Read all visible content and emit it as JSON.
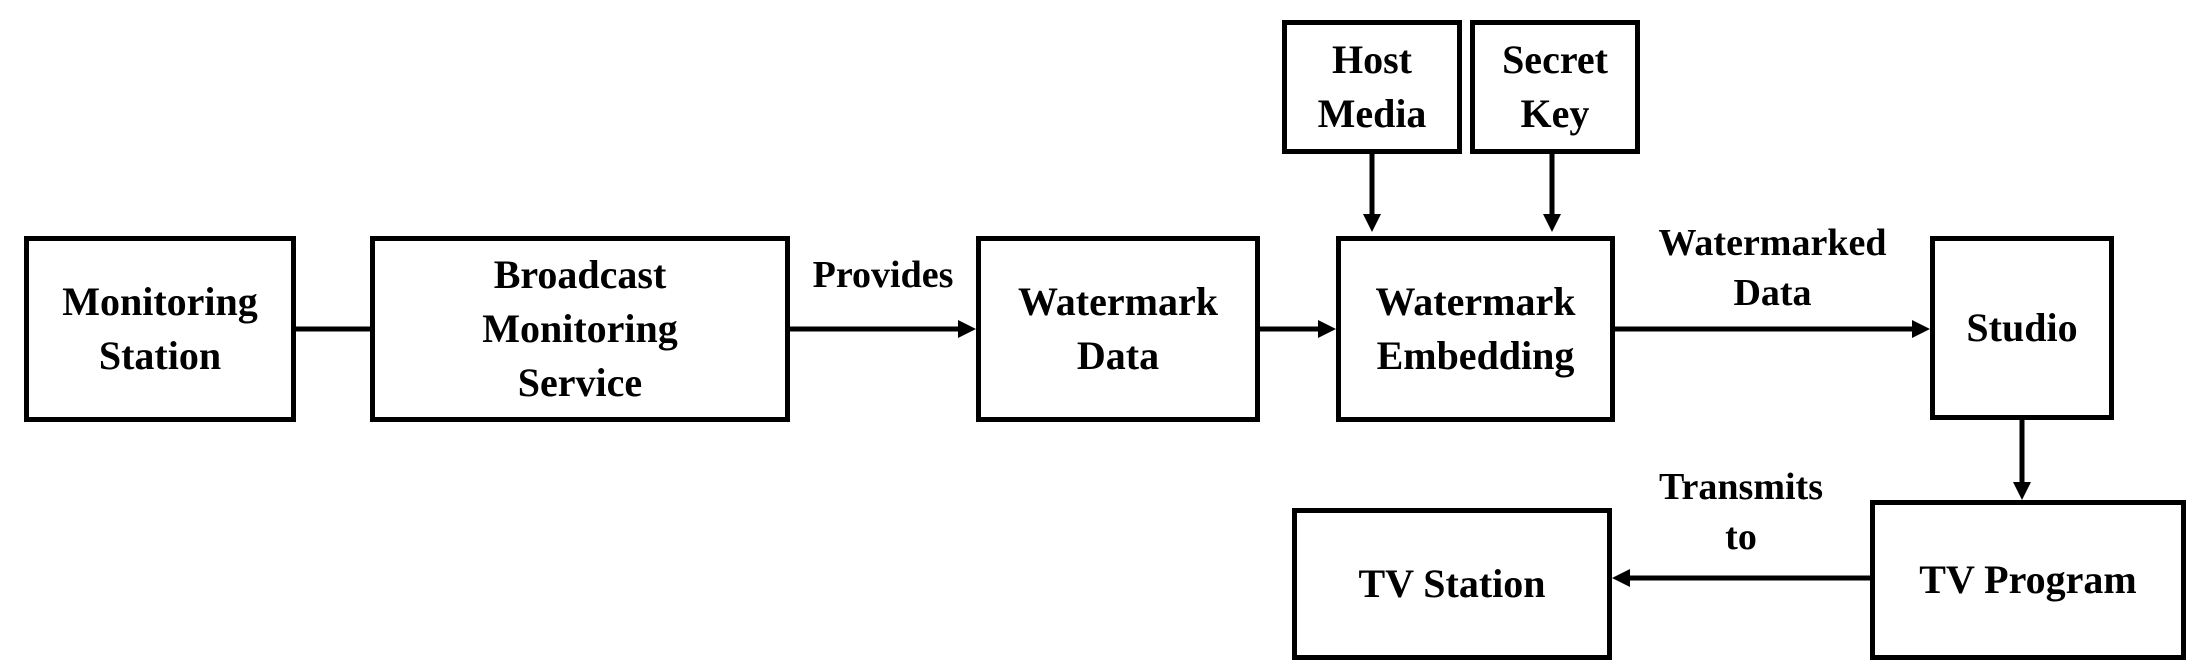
{
  "nodes": {
    "monitoring_station": "Monitoring\nStation",
    "broadcast_monitoring_service": "Broadcast\nMonitoring\nService",
    "watermark_data": "Watermark\nData",
    "watermark_embedding": "Watermark\nEmbedding",
    "host_media": "Host\nMedia",
    "secret_key": "Secret\nKey",
    "studio": "Studio",
    "tv_program": "TV Program",
    "tv_station": "TV Station"
  },
  "edge_labels": {
    "provides": "Provides",
    "watermarked_data": "Watermarked\nData",
    "transmits_to": "Transmits\nto"
  }
}
